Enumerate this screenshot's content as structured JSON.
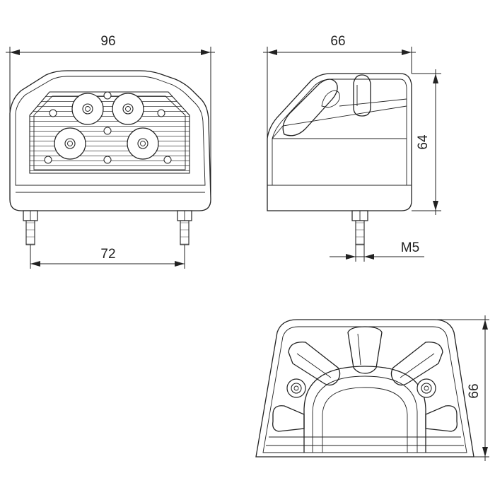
{
  "dimensions": {
    "front_width": "96",
    "bolt_spacing": "72",
    "side_width": "66",
    "side_height": "64",
    "thread": "M5",
    "rear_height": "66"
  }
}
